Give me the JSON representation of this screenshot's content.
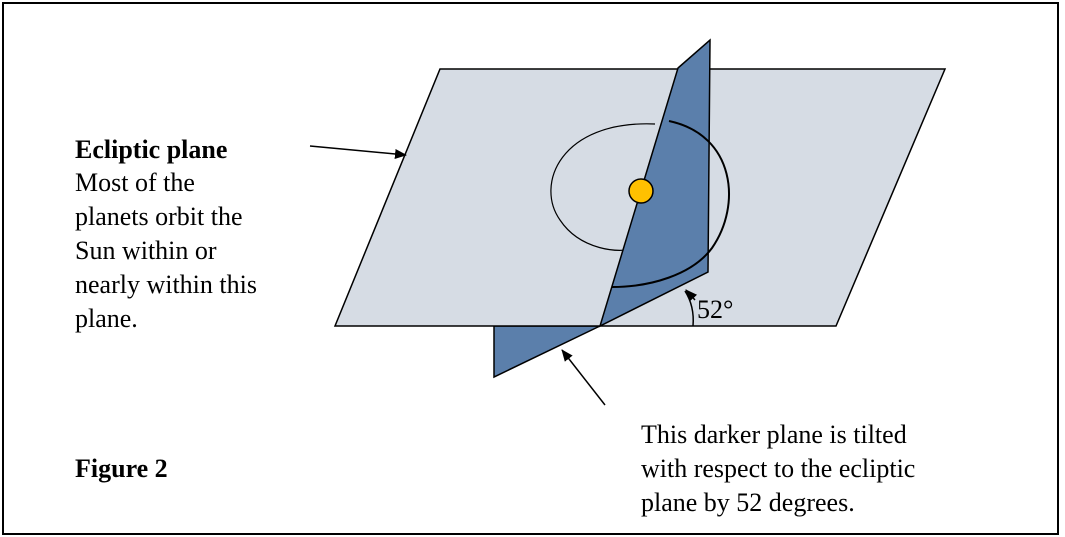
{
  "ecliptic": {
    "title": "Ecliptic plane",
    "lines": [
      "Most of the",
      "planets orbit the",
      "Sun within or",
      "nearly within this",
      "plane."
    ]
  },
  "angle_label": "52°",
  "dark_plane": {
    "lines": [
      "This darker plane is tilted",
      "with respect to the ecliptic",
      "plane by 52 degrees."
    ]
  },
  "figure_label": "Figure 2",
  "colors": {
    "ecliptic_fill": "#d6dce4",
    "tilted_fill": "#5b7fab",
    "sun_fill": "#ffc000",
    "line": "#000000"
  }
}
